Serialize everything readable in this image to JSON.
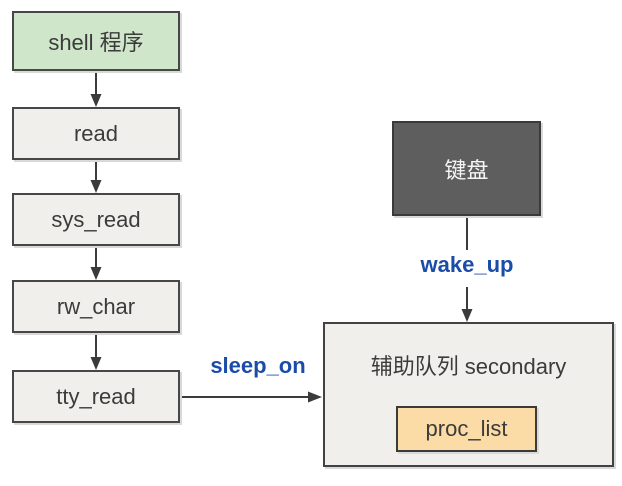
{
  "diagram": {
    "description": "Flow diagram of terminal keyboard read path",
    "nodes": {
      "shell": {
        "label": "shell 程序",
        "fill": "#cfe6ca"
      },
      "read": {
        "label": "read",
        "fill": "#f0efeb"
      },
      "sys_read": {
        "label": "sys_read",
        "fill": "#f0efeb"
      },
      "rw_char": {
        "label": "rw_char",
        "fill": "#f0efeb"
      },
      "tty_read": {
        "label": "tty_read",
        "fill": "#f0efeb"
      },
      "keyboard": {
        "label": "键盘",
        "fill": "#5e5e5e",
        "text_color": "#f5f5f5"
      },
      "secondary_queue": {
        "label": "辅助队列 secondary",
        "fill": "#f0efeb"
      },
      "proc_list": {
        "label": "proc_list",
        "fill": "#fbdca6"
      }
    },
    "edges": [
      {
        "from": "shell",
        "to": "read",
        "label": ""
      },
      {
        "from": "read",
        "to": "sys_read",
        "label": ""
      },
      {
        "from": "sys_read",
        "to": "rw_char",
        "label": ""
      },
      {
        "from": "rw_char",
        "to": "tty_read",
        "label": ""
      },
      {
        "from": "tty_read",
        "to": "secondary_queue",
        "label": "sleep_on"
      },
      {
        "from": "keyboard",
        "to": "secondary_queue",
        "label": "wake_up"
      }
    ],
    "edge_labels": {
      "sleep_on": "sleep_on",
      "wake_up": "wake_up"
    },
    "colors": {
      "background": "#ffffff",
      "node_border": "#474747",
      "arrow": "#3b3b3b",
      "text_dark": "#3b3b3b",
      "edge_label_blue": "#1b4da8",
      "shell_green": "#cfe6ca",
      "box_gray": "#f0efeb",
      "keyboard_dark": "#5e5e5e",
      "proc_list_orange": "#fbdca6"
    }
  }
}
